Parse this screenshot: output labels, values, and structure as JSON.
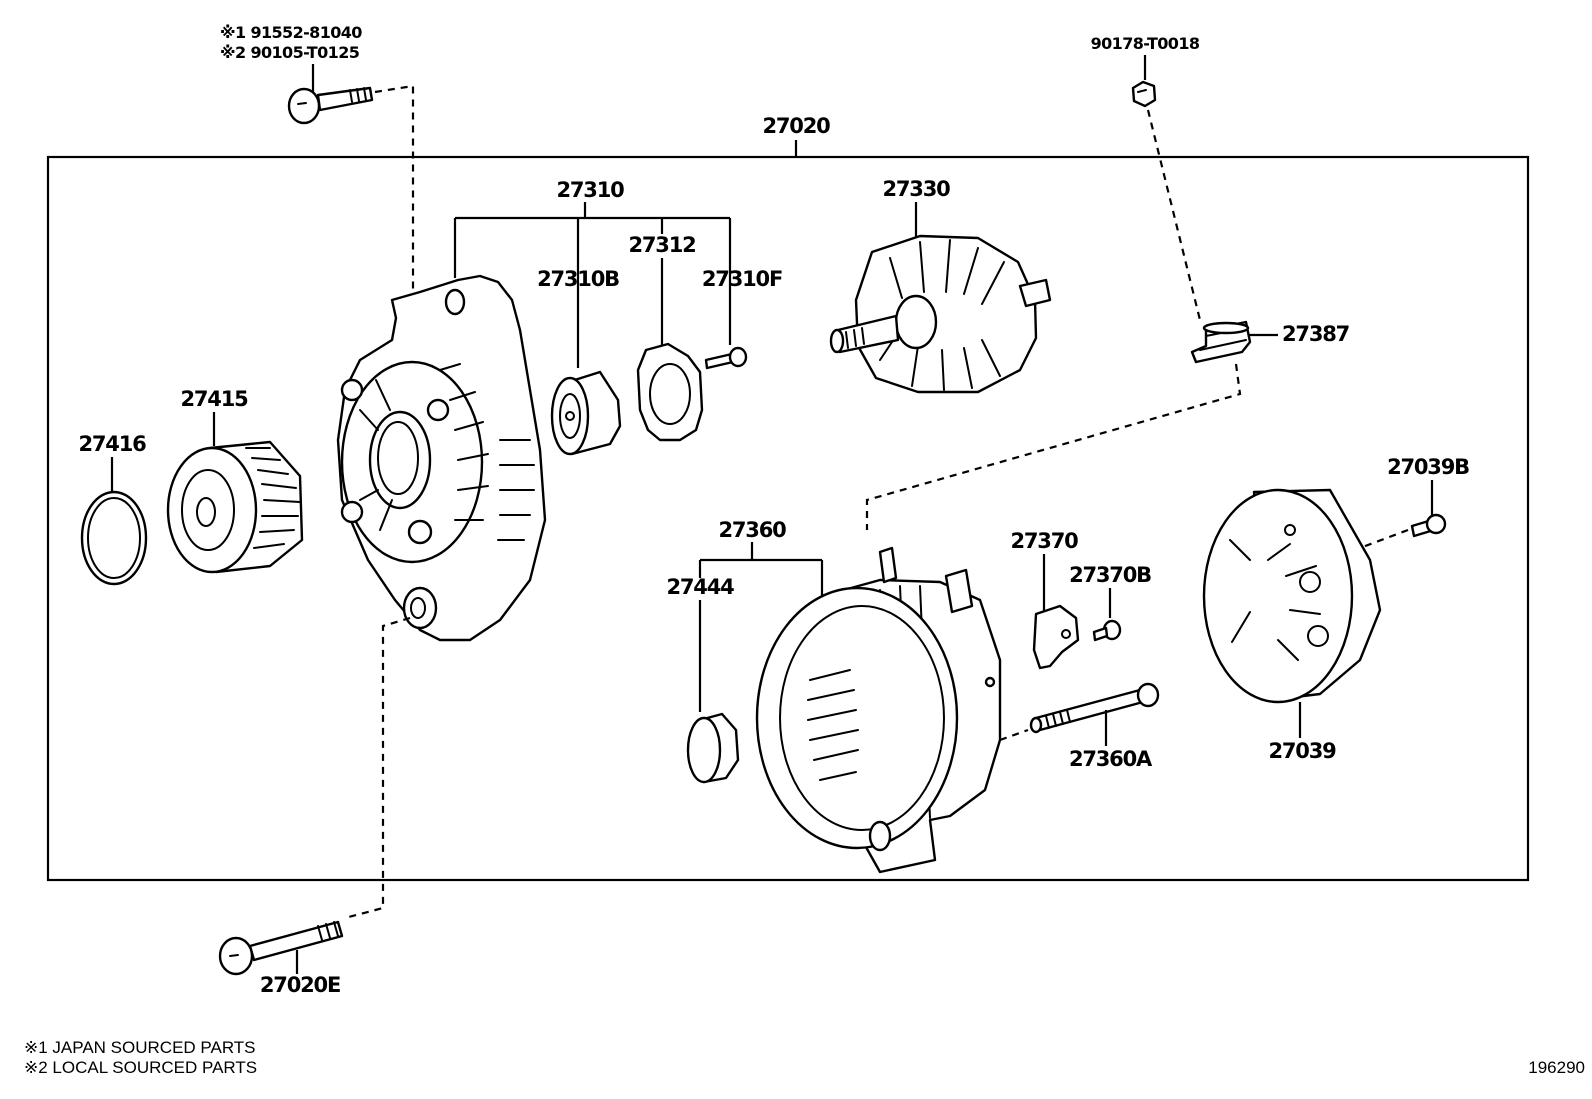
{
  "diagram": {
    "assembly_label": "27020",
    "drawing_number": "196290",
    "footnotes": [
      "※1 JAPAN SOURCED PARTS",
      "※2 LOCAL SOURCED PARTS"
    ],
    "external_parts": {
      "bolt_top_alt1": "※1 91552-81040",
      "bolt_top_alt2": "※2 90105-T0125",
      "nut_top": "90178-T0018",
      "bolt_bottom": "27020E"
    },
    "parts": {
      "frame_drive_end": "27310",
      "bearing": "27310B",
      "retainer_plate": "27312",
      "retainer_screw": "27310F",
      "rotor": "27330",
      "terminal_insulator": "27387",
      "pulley": "27415",
      "pulley_ring": "27416",
      "stator_frame": "27360",
      "bearing_cover": "27444",
      "brush_holder": "27370",
      "brush_holder_screw": "27370B",
      "through_bolt": "27360A",
      "rear_cover": "27039",
      "rear_cover_bolt": "27039B"
    }
  }
}
